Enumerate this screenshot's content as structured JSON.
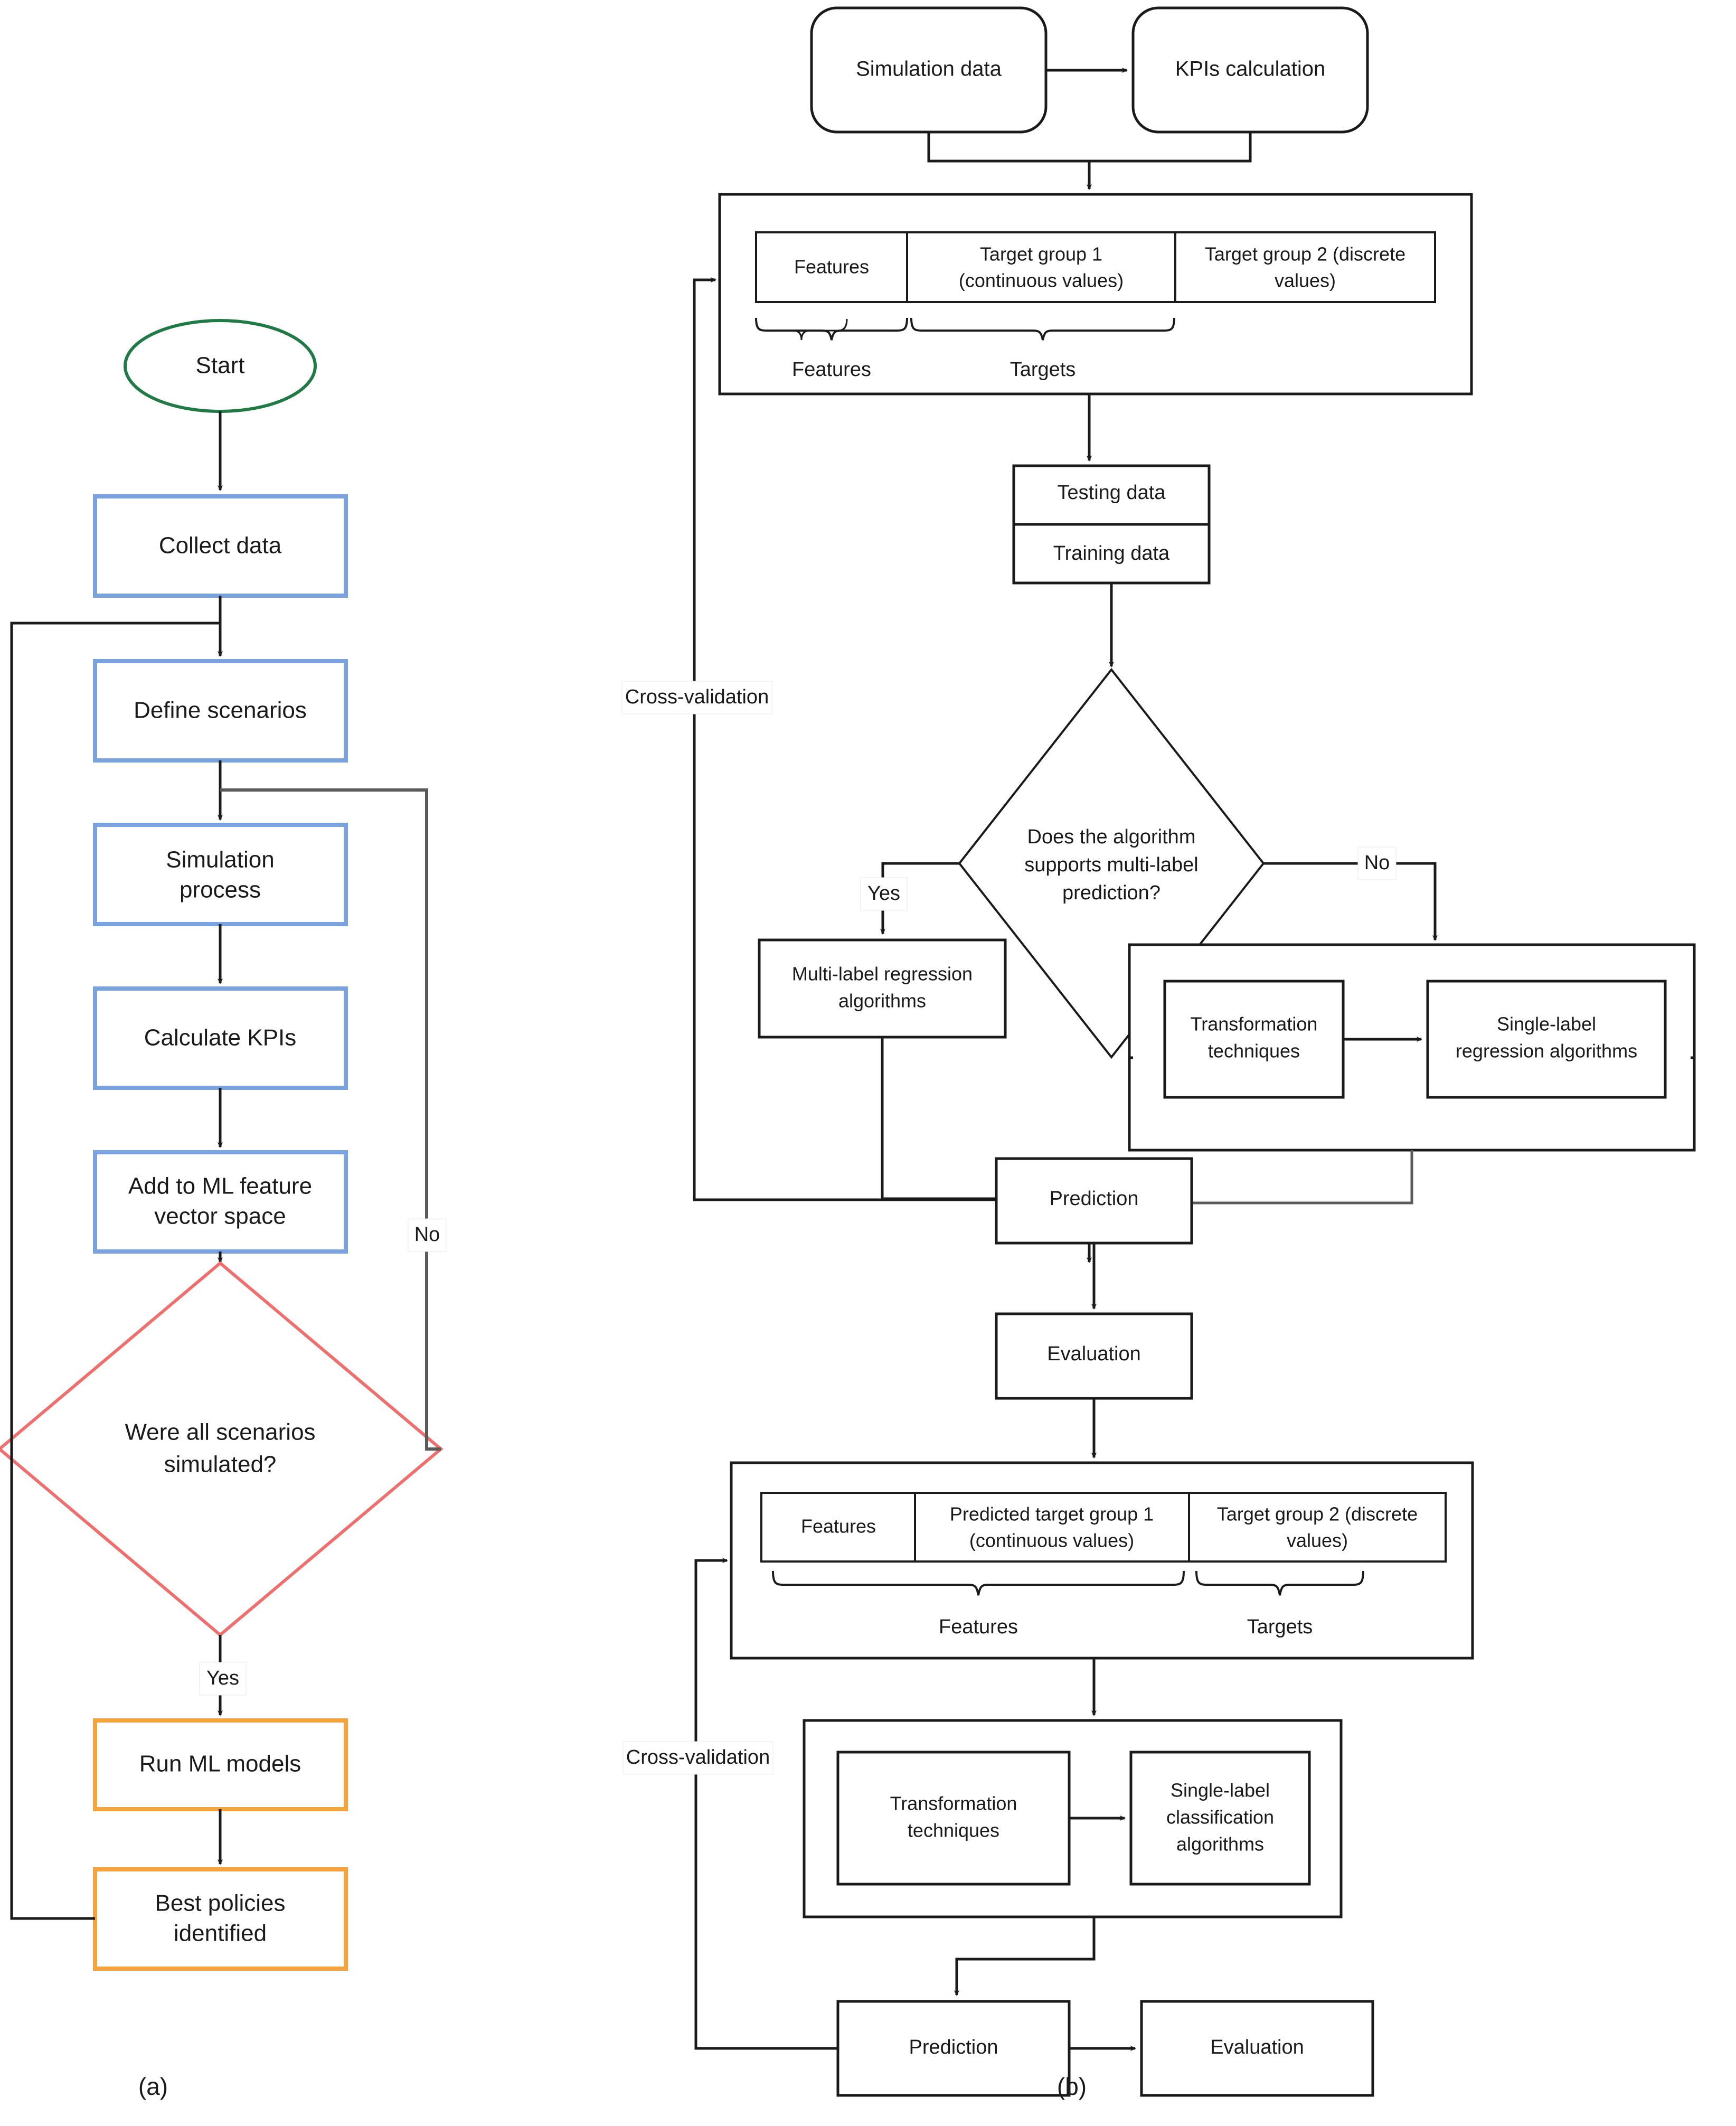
{
  "figure": {
    "panel_a_caption": "(a)",
    "panel_b_caption": "(b)"
  },
  "colors": {
    "start_node_border": "#1f7a45",
    "process_border": "#7aa3dd",
    "decision_border": "#ef6e6e",
    "ml_border": "#f5a33c",
    "edge": "#1a1a1a",
    "plain_border": "#1a1a1a",
    "background": "#ffffff"
  },
  "panel_a": {
    "nodes": {
      "start": {
        "label": "Start",
        "shape": "ellipse",
        "type": "terminator"
      },
      "collect_data": {
        "label": "Collect data",
        "shape": "rectangle",
        "type": "process"
      },
      "define_scenarios": {
        "label": "Define scenarios",
        "shape": "rectangle",
        "type": "process"
      },
      "simulation_process": {
        "label_line1": "Simulation",
        "label_line2": "process",
        "shape": "rectangle",
        "type": "process"
      },
      "calculate_kpis": {
        "label": "Calculate KPIs",
        "shape": "rectangle",
        "type": "process"
      },
      "add_to_ml_feature_vector": {
        "label_line1": "Add to ML feature",
        "label_line2": "vector space",
        "shape": "rectangle",
        "type": "process"
      },
      "were_all_scenarios": {
        "label_line1": "Were all scenarios",
        "label_line2": "simulated?",
        "shape": "diamond",
        "type": "decision"
      },
      "run_ml_models": {
        "label": "Run ML models",
        "shape": "rectangle",
        "type": "ml"
      },
      "best_policies": {
        "label_line1": "Best policies",
        "label_line2": "identified",
        "shape": "rectangle",
        "type": "ml"
      }
    },
    "edge_labels": {
      "no": "No",
      "yes": "Yes"
    }
  },
  "panel_b": {
    "nodes": {
      "simulation_data": {
        "label": "Simulation data",
        "shape": "rounded-rectangle"
      },
      "kpis_calculation": {
        "label": "KPIs calculation",
        "shape": "rounded-rectangle"
      },
      "testing_data": {
        "label": "Testing data",
        "shape": "rectangle"
      },
      "training_data": {
        "label": "Training data",
        "shape": "rectangle"
      },
      "multilabel_decision": {
        "label_line1": "Does the algorithm",
        "label_line2": "supports multi-label",
        "label_line3": "prediction?",
        "shape": "diamond"
      },
      "multi_label_regression": {
        "label_line1": "Multi-label regression",
        "label_line2": "algorithms",
        "shape": "rectangle"
      },
      "transformation_techniques_1": {
        "label_line1": "Transformation",
        "label_line2": "techniques",
        "shape": "rectangle"
      },
      "single_label_regression": {
        "label_line1": "Single-label",
        "label_line2": "regression algorithms",
        "shape": "rectangle"
      },
      "prediction_1": {
        "label": "Prediction",
        "shape": "rectangle"
      },
      "evaluation_1": {
        "label": "Evaluation",
        "shape": "rectangle"
      },
      "transformation_techniques_2": {
        "label_line1": "Transformation",
        "label_line2": "techniques",
        "shape": "rectangle"
      },
      "single_label_classification": {
        "label_line1": "Single-label",
        "label_line2": "classification",
        "label_line3": "algorithms",
        "shape": "rectangle"
      },
      "prediction_2": {
        "label": "Prediction",
        "shape": "rectangle"
      },
      "evaluation_2": {
        "label": "Evaluation",
        "shape": "rectangle"
      }
    },
    "dataset_table_1": {
      "columns": [
        {
          "label": "Features"
        },
        {
          "label_line1": "Target group 1",
          "label_line2": "(continuous values)"
        },
        {
          "label_line1": "Target group 2 (discrete",
          "label_line2": "values)"
        }
      ],
      "braces": [
        {
          "label": "Features"
        },
        {
          "label": "Targets"
        }
      ]
    },
    "dataset_table_2": {
      "columns": [
        {
          "label": "Features"
        },
        {
          "label_line1": "Predicted target group 1",
          "label_line2": "(continuous values)"
        },
        {
          "label_line1": "Target group 2 (discrete",
          "label_line2": "values)"
        }
      ],
      "braces": [
        {
          "label": "Features"
        },
        {
          "label": "Targets"
        }
      ]
    },
    "edge_labels": {
      "cross_validation_upper": "Cross-validation",
      "cross_validation_lower": "Cross-validation",
      "yes": "Yes",
      "no": "No"
    }
  }
}
